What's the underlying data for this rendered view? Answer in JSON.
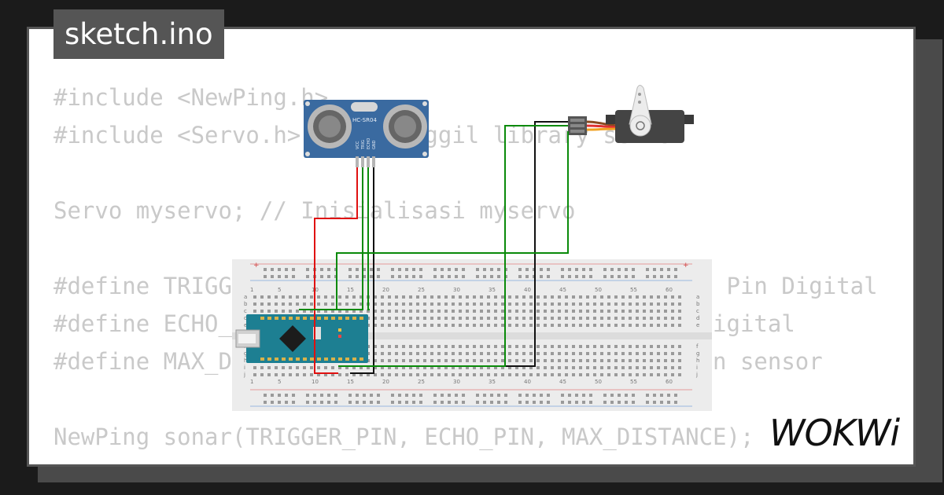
{
  "title": "sketch.ino",
  "code_lines": [
    "#include <NewPing.h>",
    "#include <Servo.h> // Memanggil library servo",
    "",
    "Servo myservo; // Inisialisasi myservo",
    "",
    "#define TRIGGER_PIN 12 // Trigger dihubungkan ke Pin Digital",
    "#define ECHO_PIN 11 // Echo dihubungkan ke Pin Digital",
    "#define MAX_DISTANCE 200 // Jarak maksimal ukuran sensor",
    "",
    "NewPing sonar(TRIGGER_PIN, ECHO_PIN, MAX_DISTANCE);"
  ],
  "sensor": {
    "label": "HC-SR04",
    "pins": [
      "VCC",
      "TRIG",
      "ECHO",
      "GND"
    ]
  },
  "breadboard": {
    "column_numbers": [
      "1",
      "5",
      "10",
      "15",
      "20",
      "25",
      "30",
      "35",
      "40",
      "45",
      "50",
      "55",
      "60"
    ],
    "rows_top": [
      "a",
      "b",
      "c",
      "d",
      "e"
    ],
    "rows_bottom": [
      "f",
      "g",
      "h",
      "i",
      "j"
    ]
  },
  "logo": "WOKWi",
  "colors": {
    "wire_red": "#e01010",
    "wire_green": "#0a8a0a",
    "wire_black": "#111111",
    "sensor_board": "#3a6aa0",
    "nano_board": "#1d7f92",
    "servo_body": "#444444",
    "code_text": "#c9c9c9"
  }
}
